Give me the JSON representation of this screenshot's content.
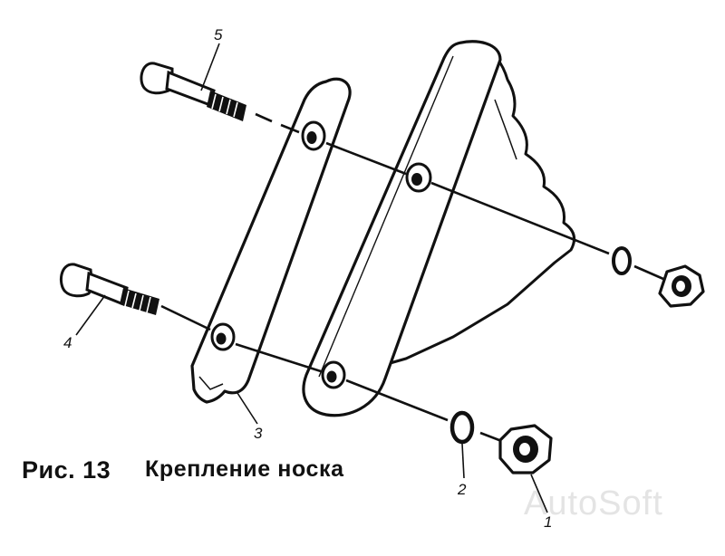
{
  "figure": {
    "number_label": "Рис. 13",
    "title": "Крепление носка"
  },
  "callouts": [
    {
      "id": "1",
      "label": "1"
    },
    {
      "id": "2",
      "label": "2"
    },
    {
      "id": "3",
      "label": "3"
    },
    {
      "id": "4",
      "label": "4"
    },
    {
      "id": "5",
      "label": "5"
    }
  ],
  "parts": [
    {
      "callout": "1",
      "icon": "hex-nut-icon"
    },
    {
      "callout": "2",
      "icon": "spring-washer-icon"
    },
    {
      "callout": "3",
      "icon": "mounting-strip-icon"
    },
    {
      "callout": "4",
      "icon": "lower-bolt-icon"
    },
    {
      "callout": "5",
      "icon": "upper-bolt-icon"
    }
  ],
  "watermark": "AutoSoft",
  "colors": {
    "ink": "#111111",
    "paper": "#ffffff",
    "watermark": "#e4e4e4"
  }
}
